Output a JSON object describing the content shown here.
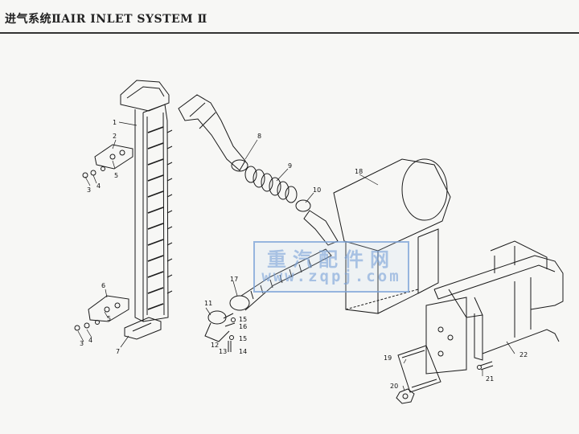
{
  "header": {
    "title": "进气系统ⅡAIR INLET SYSTEM Ⅱ"
  },
  "watermark": {
    "cn": "重汽配件网",
    "url": "www.zqpj.com",
    "color": "#78a0d7"
  },
  "callouts": [
    "1",
    "2",
    "3",
    "4",
    "5",
    "6",
    "7",
    "8",
    "9",
    "10",
    "11",
    "12",
    "13",
    "14",
    "15",
    "16",
    "17",
    "18",
    "19",
    "20",
    "21",
    "22"
  ],
  "diagram_labels": {
    "c1": "1",
    "c2": "2",
    "c3a": "3",
    "c4a": "4",
    "c5a": "5",
    "c6": "6",
    "c5b": "5",
    "c4b": "4",
    "c3b": "3",
    "c7": "7",
    "c8": "8",
    "c9": "9",
    "c10": "10",
    "c11": "11",
    "c12": "12",
    "c13": "13",
    "c14": "14",
    "c15a": "15",
    "c16": "16",
    "c15b": "15",
    "c17": "17",
    "c18": "18",
    "c19": "19",
    "c20": "20",
    "c21": "21",
    "c22": "22"
  }
}
